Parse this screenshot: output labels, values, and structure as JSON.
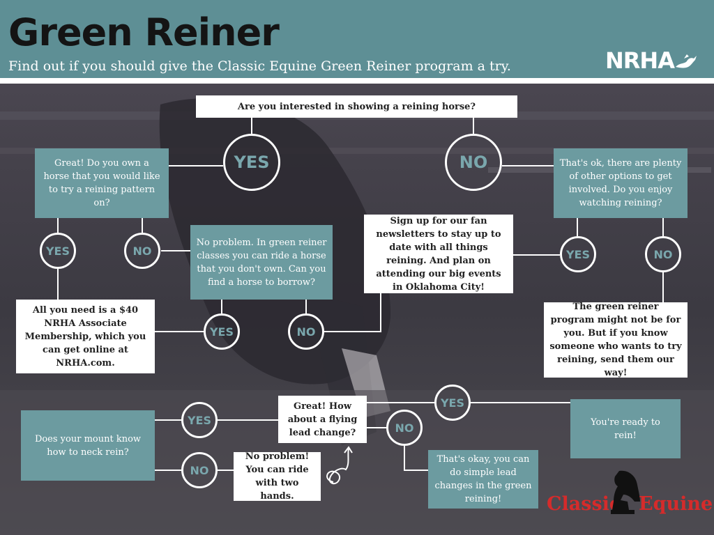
{
  "header": {
    "title": "Green Reiner",
    "subtitle": "Find out if you should give the Classic Equine Green Reiner program a try.",
    "logo_text": "NRHA"
  },
  "nodes": {
    "question_interested": "Are you interested in showing a reining horse?",
    "yes_main": "YES",
    "no_main": "NO",
    "own_horse": "Great! Do you own a horse that you would like to try a reining pattern on?",
    "plenty_options": "That's ok, there are plenty of other options to get involved. Do you enjoy watching reining?",
    "own_yes": "YES",
    "own_no": "NO",
    "borrow": "No problem. In green reiner classes you can ride a horse that you don't own. Can you find a horse to borrow?",
    "fan_newsletter": "Sign up for our fan newsletters to stay up to date with all things reining. And plan on attending our big events in Oklahoma City!",
    "watch_yes": "YES",
    "watch_no": "NO",
    "membership": "All you need is a $40 NRHA Associate Membership, which you can get online at NRHA.com.",
    "borrow_yes": "YES",
    "borrow_no": "NO",
    "not_for_you": "The green reiner program might not be for you. But if you know someone who wants to try reining, send them our way!",
    "neck_rein": "Does your mount know how to neck rein?",
    "neck_yes": "YES",
    "neck_no": "NO",
    "flying_lead": "Great! How about a flying lead change?",
    "lead_yes": "YES",
    "lead_no": "NO",
    "ready": "You're ready to rein!",
    "two_hands": "No problem! You can ride with two hands.",
    "simple_lead": "That's okay, you can do simple lead changes in the green reining!"
  },
  "logos": {
    "classic_part1": "Classic",
    "classic_part2": "Equine"
  },
  "colors": {
    "header_bg": "#5e8f95",
    "teal_box": "#6c9ba0",
    "bubble_text": "#7aa7ad",
    "logo_red": "#d52b2b"
  },
  "icons": [
    "horse-head-logo",
    "rider-silhouette-logo",
    "curly-arrow-icon"
  ]
}
